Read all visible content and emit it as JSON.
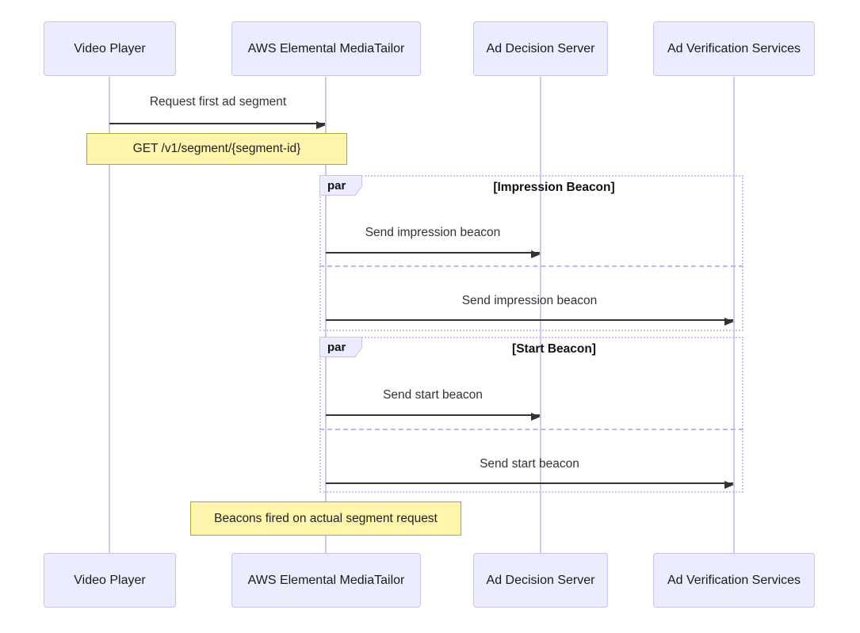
{
  "diagram": {
    "type": "sequence-diagram",
    "participants": [
      {
        "label": "Video Player"
      },
      {
        "label": "AWS Elemental MediaTailor"
      },
      {
        "label": "Ad Decision Server"
      },
      {
        "label": "Ad Verification Services"
      }
    ],
    "messages": [
      {
        "from": "Video Player",
        "to": "AWS Elemental MediaTailor",
        "label": "Request first ad segment",
        "arrow": "solid"
      },
      {
        "from": "AWS Elemental MediaTailor",
        "to": "Ad Decision Server",
        "label": "Send impression beacon",
        "arrow": "solid"
      },
      {
        "from": "AWS Elemental MediaTailor",
        "to": "Ad Verification Services",
        "label": "Send impression beacon",
        "arrow": "solid"
      },
      {
        "from": "AWS Elemental MediaTailor",
        "to": "Ad Decision Server",
        "label": "Send start beacon",
        "arrow": "solid"
      },
      {
        "from": "AWS Elemental MediaTailor",
        "to": "Ad Verification Services",
        "label": "Send start beacon",
        "arrow": "solid"
      }
    ],
    "notes": [
      {
        "label": "GET /v1/segment/{segment-id}",
        "over": "Video Player, AWS Elemental MediaTailor"
      },
      {
        "label": "Beacons fired on actual segment request",
        "over": "AWS Elemental MediaTailor"
      }
    ],
    "par_blocks": [
      {
        "keyword": "par",
        "condition": "[Impression Beacon]"
      },
      {
        "keyword": "par",
        "condition": "[Start Beacon]"
      }
    ],
    "colors": {
      "participant_fill": "#ECECFF",
      "participant_border": "#C8C2F0",
      "lifeline": "#CFC8F0",
      "note_fill": "#FFF5AD",
      "note_border": "#AAAA33",
      "par_border": "#C8C2F0",
      "arrow": "#333333",
      "text": "#222222"
    }
  }
}
